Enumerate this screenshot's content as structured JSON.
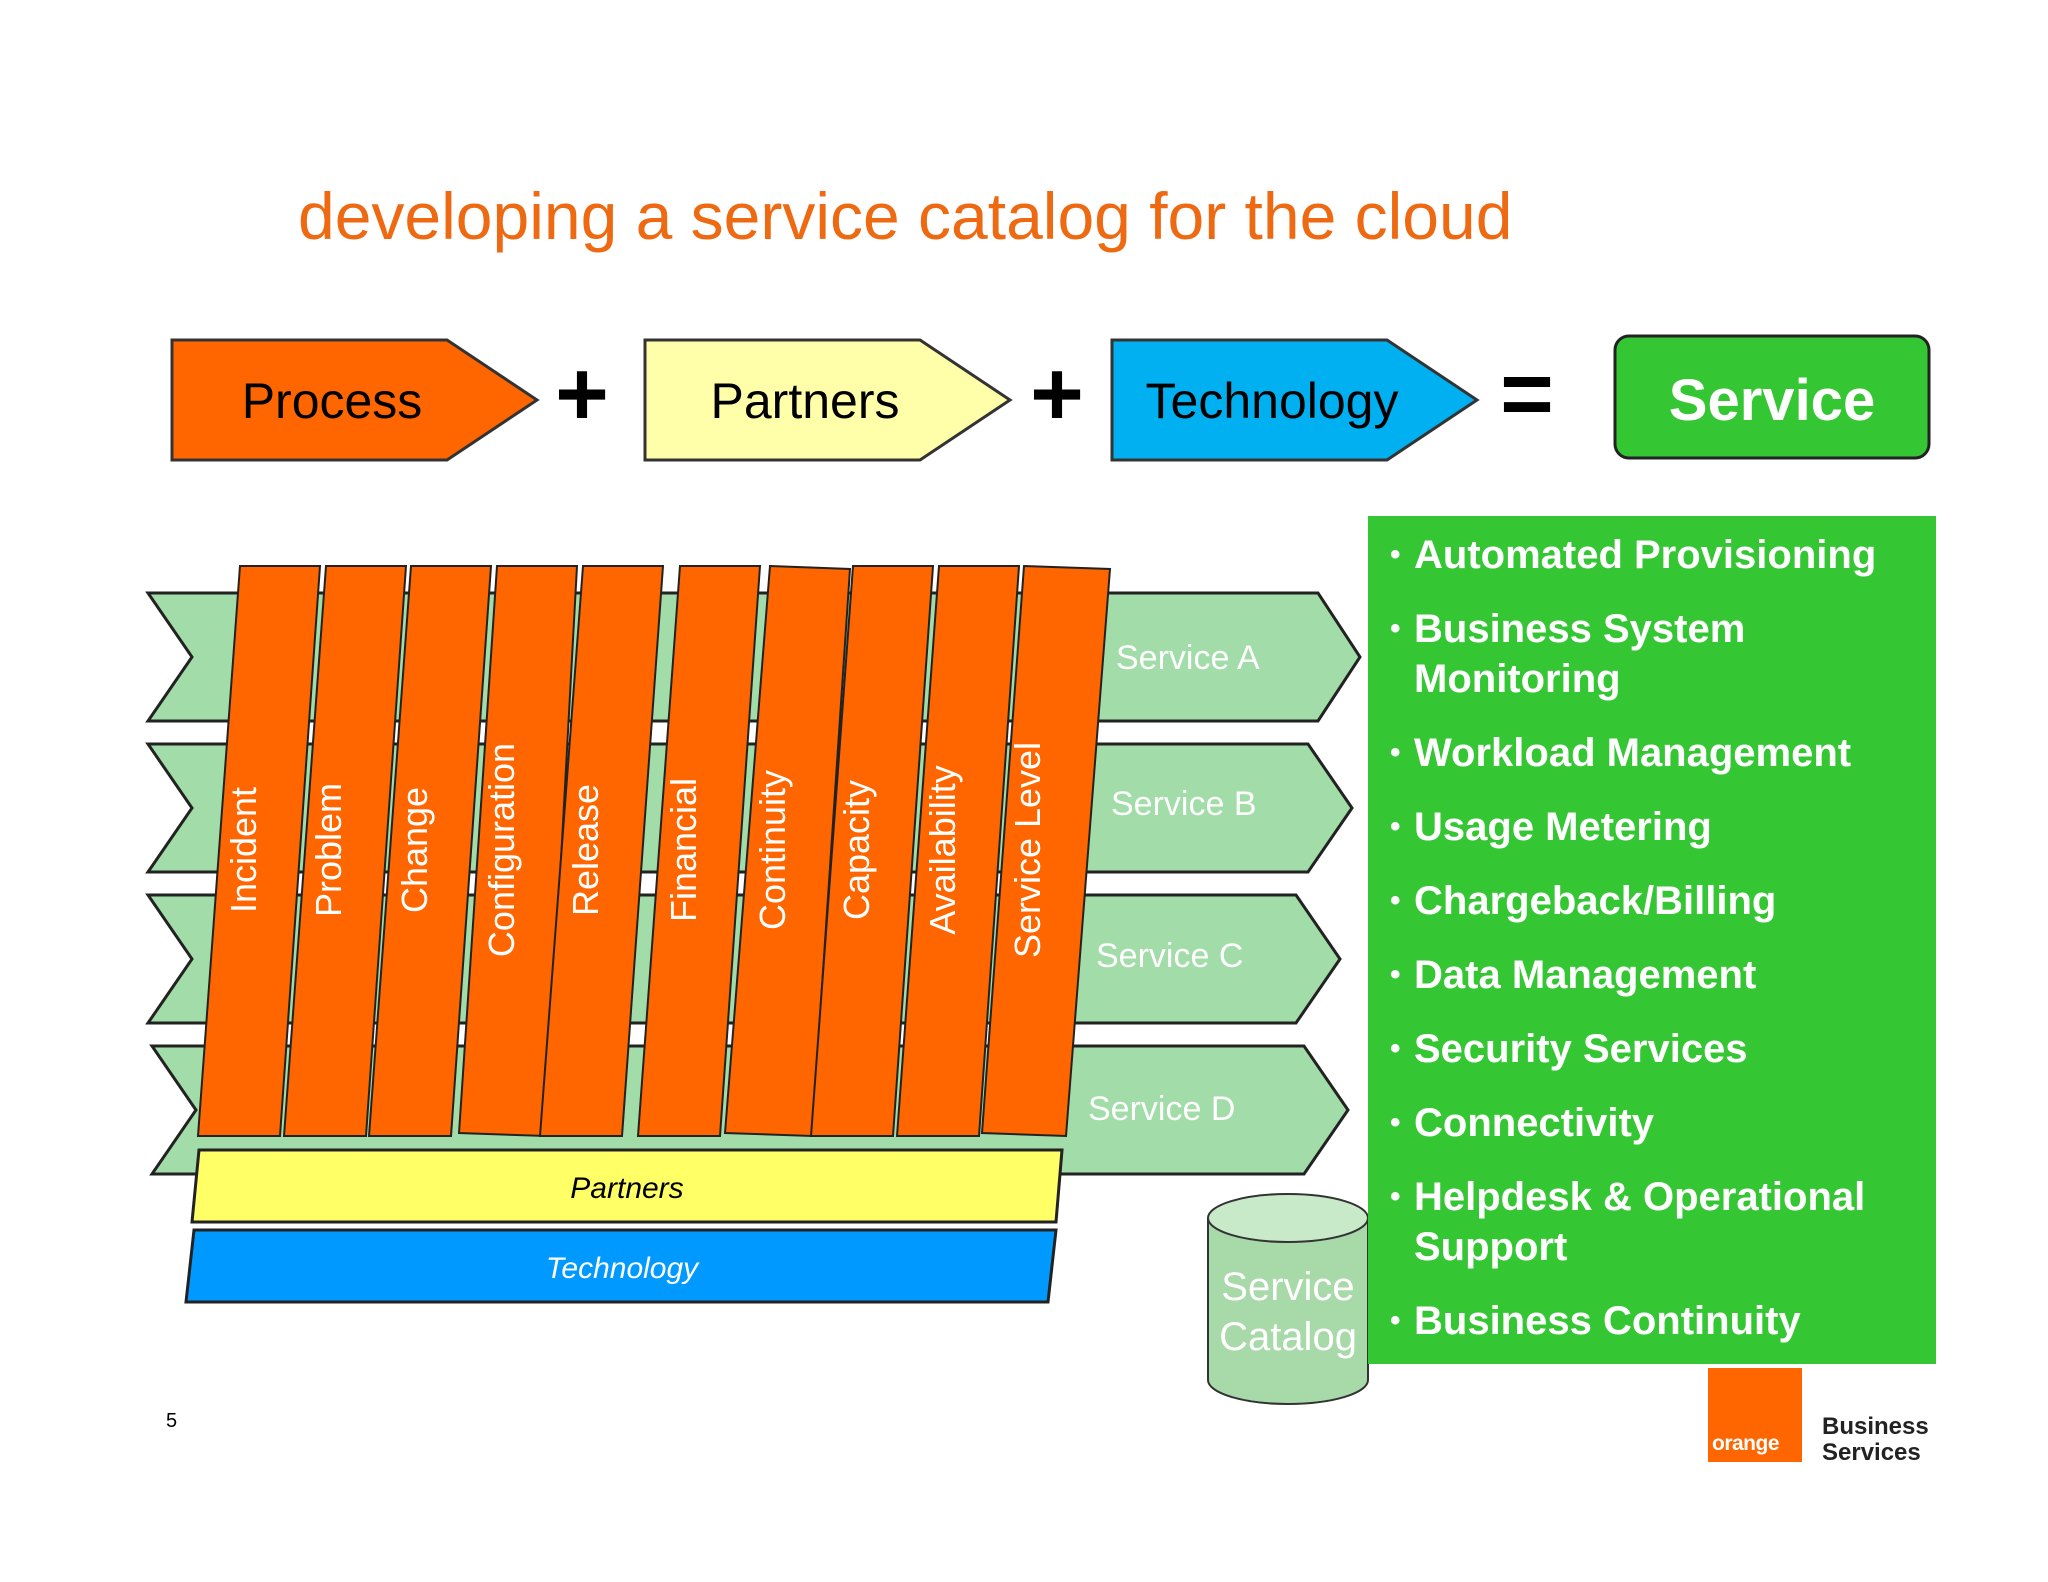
{
  "title": "developing a service catalog for the cloud",
  "equation": {
    "process": "Process",
    "partners": "Partners",
    "technology": "Technology",
    "service": "Service",
    "plus": "+",
    "equals": "="
  },
  "process_columns": [
    "Incident",
    "Problem",
    "Change",
    "Configuration",
    "Release",
    "Financial",
    "Continuity",
    "Capacity",
    "Availability",
    "Service Level"
  ],
  "services": [
    "Service A",
    "Service B",
    "Service C",
    "Service D"
  ],
  "partners_bar": "Partners",
  "technology_bar": "Technology",
  "catalog": {
    "line1": "Service",
    "line2": "Catalog"
  },
  "service_list": [
    "Automated Provisioning",
    "Business System Monitoring",
    "Workload Management",
    "Usage Metering",
    "Chargeback/Billing",
    "Data Management",
    "Security Services",
    "Connectivity",
    "Helpdesk & Operational Support",
    "Business Continuity"
  ],
  "slide_number": "5",
  "brand": {
    "logo_text": "orange",
    "line1": "Business",
    "line2": "Services"
  },
  "colors": {
    "title": "#EE6A12",
    "process": "#FF6600",
    "partners_top": "#FFFFAA",
    "partners_bar": "#FFFF66",
    "technology": "#00B0F0",
    "technology_bar": "#0099FF",
    "service": "#35C634",
    "service_row": "#A2DCA8",
    "catalog": "#A8D9A8"
  }
}
